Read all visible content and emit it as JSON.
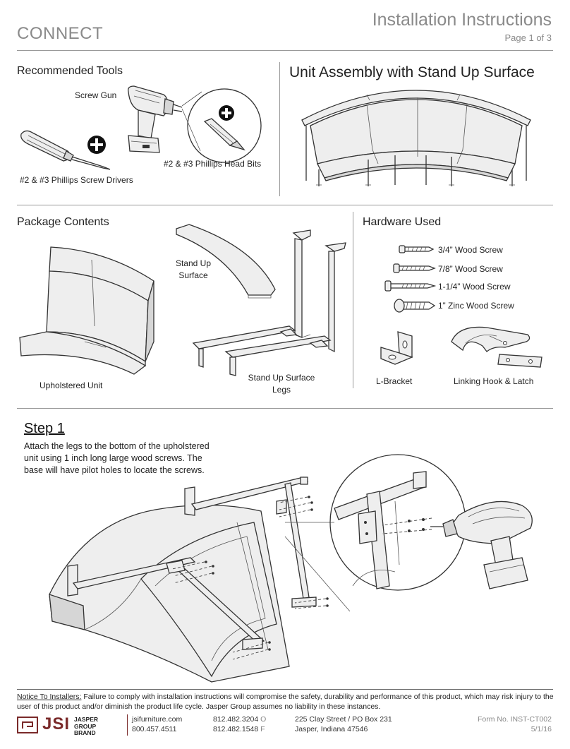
{
  "header": {
    "brand": "CONNECT",
    "title": "Installation Instructions",
    "page": "Page 1 of 3"
  },
  "tools": {
    "title": "Recommended Tools",
    "screw_gun": "Screw Gun",
    "drivers": "#2 & #3 Phillips Screw Drivers",
    "bits": "#2 & #3 Phillips Head Bits"
  },
  "assembly": {
    "title": "Unit Assembly with Stand Up Surface"
  },
  "package": {
    "title": "Package Contents",
    "upholstered": "Upholstered  Unit",
    "surface_line1": "Stand Up",
    "surface_line2": "Surface",
    "legs_line1": "Stand Up Surface",
    "legs_line2": "Legs"
  },
  "hardware": {
    "title": "Hardware Used",
    "items": [
      "3/4” Wood Screw",
      "7/8” Wood Screw",
      "1-1/4” Wood Screw",
      "1” Zinc Wood Screw"
    ],
    "l_bracket": "L-Bracket",
    "hook_latch": "Linking Hook & Latch"
  },
  "step1": {
    "title": "Step 1",
    "text": " Attach the legs to the bottom of the upholstered unit using 1 inch long large wood screws. The base will have pilot holes to locate the screws."
  },
  "notice": {
    "label": "Notice To Installers:",
    "text": " Failure to comply with installation instructions will compromise the safety, durability and performance of this product, which may risk injury to the user of this product and/or diminish the product life cycle. Jasper Group assumes no liability in these instances."
  },
  "footer": {
    "logo_text": "JSI",
    "group_line1": "JASPER",
    "group_line2": "GROUP",
    "group_line3": "BRAND",
    "web": "jsifurniture.com",
    "phone_tollfree": "800.457.4511",
    "phone_office": "812.482.3204",
    "phone_office_suffix": "O",
    "phone_fax": "812.482.1548",
    "phone_fax_suffix": "F",
    "address_line1": "225 Clay Street / PO Box 231",
    "address_line2": "Jasper, Indiana 47546",
    "form_no": "Form No. INST-CT002",
    "date": "5/1/16"
  }
}
